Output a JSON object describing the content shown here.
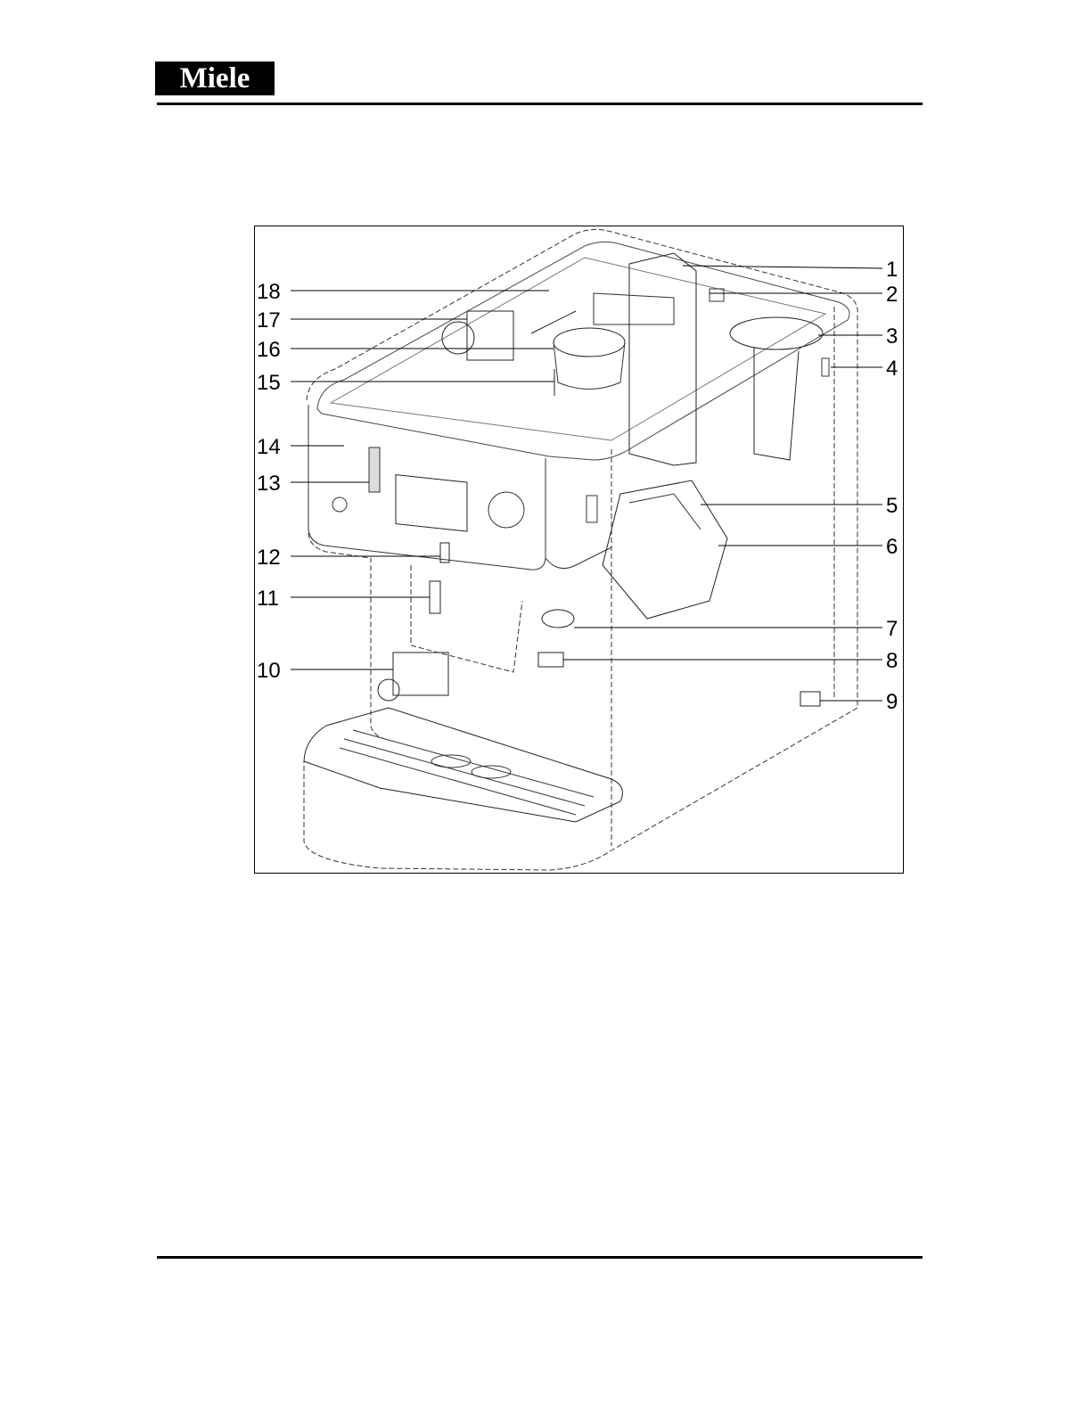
{
  "header": {
    "logo_text": "Miele"
  },
  "diagram": {
    "callouts": [
      {
        "id": "1",
        "label": "1"
      },
      {
        "id": "2",
        "label": "2"
      },
      {
        "id": "3",
        "label": "3"
      },
      {
        "id": "4",
        "label": "4"
      },
      {
        "id": "5",
        "label": "5"
      },
      {
        "id": "6",
        "label": "6"
      },
      {
        "id": "7",
        "label": "7"
      },
      {
        "id": "8",
        "label": "8"
      },
      {
        "id": "9",
        "label": "9"
      },
      {
        "id": "10",
        "label": "10"
      },
      {
        "id": "11",
        "label": "11"
      },
      {
        "id": "12",
        "label": "12"
      },
      {
        "id": "13",
        "label": "13"
      },
      {
        "id": "14",
        "label": "14"
      },
      {
        "id": "15",
        "label": "15"
      },
      {
        "id": "16",
        "label": "16"
      },
      {
        "id": "17",
        "label": "17"
      },
      {
        "id": "18",
        "label": "18"
      }
    ]
  }
}
